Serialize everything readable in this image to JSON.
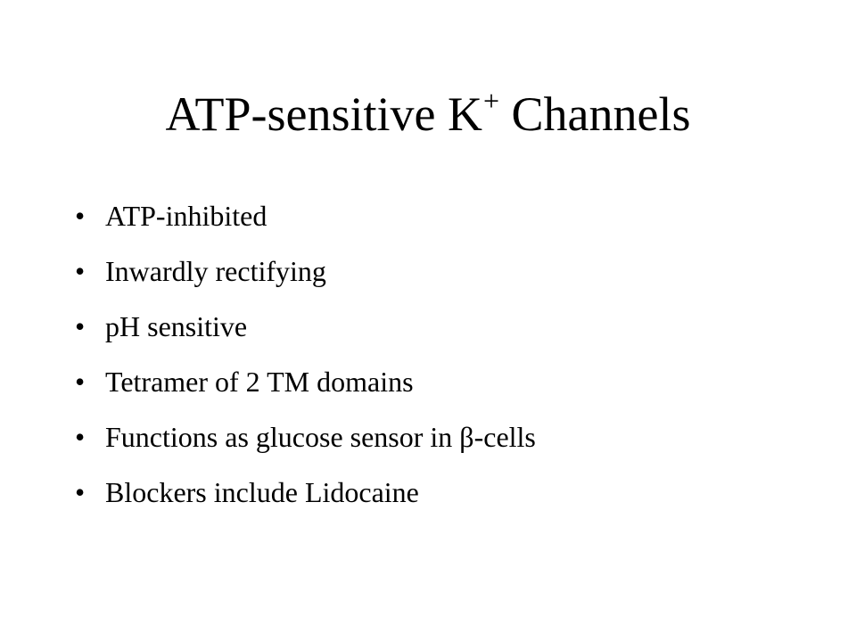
{
  "slide": {
    "title": {
      "main": "ATP-sensitive K",
      "superscript": "+",
      "tail": " Channels"
    },
    "bullet_symbol": "•",
    "bullets": [
      "ATP-inhibited",
      "Inwardly rectifying",
      "pH sensitive",
      "Tetramer of 2 TM domains",
      "Functions as glucose sensor in β-cells",
      "Blockers include Lidocaine"
    ]
  }
}
